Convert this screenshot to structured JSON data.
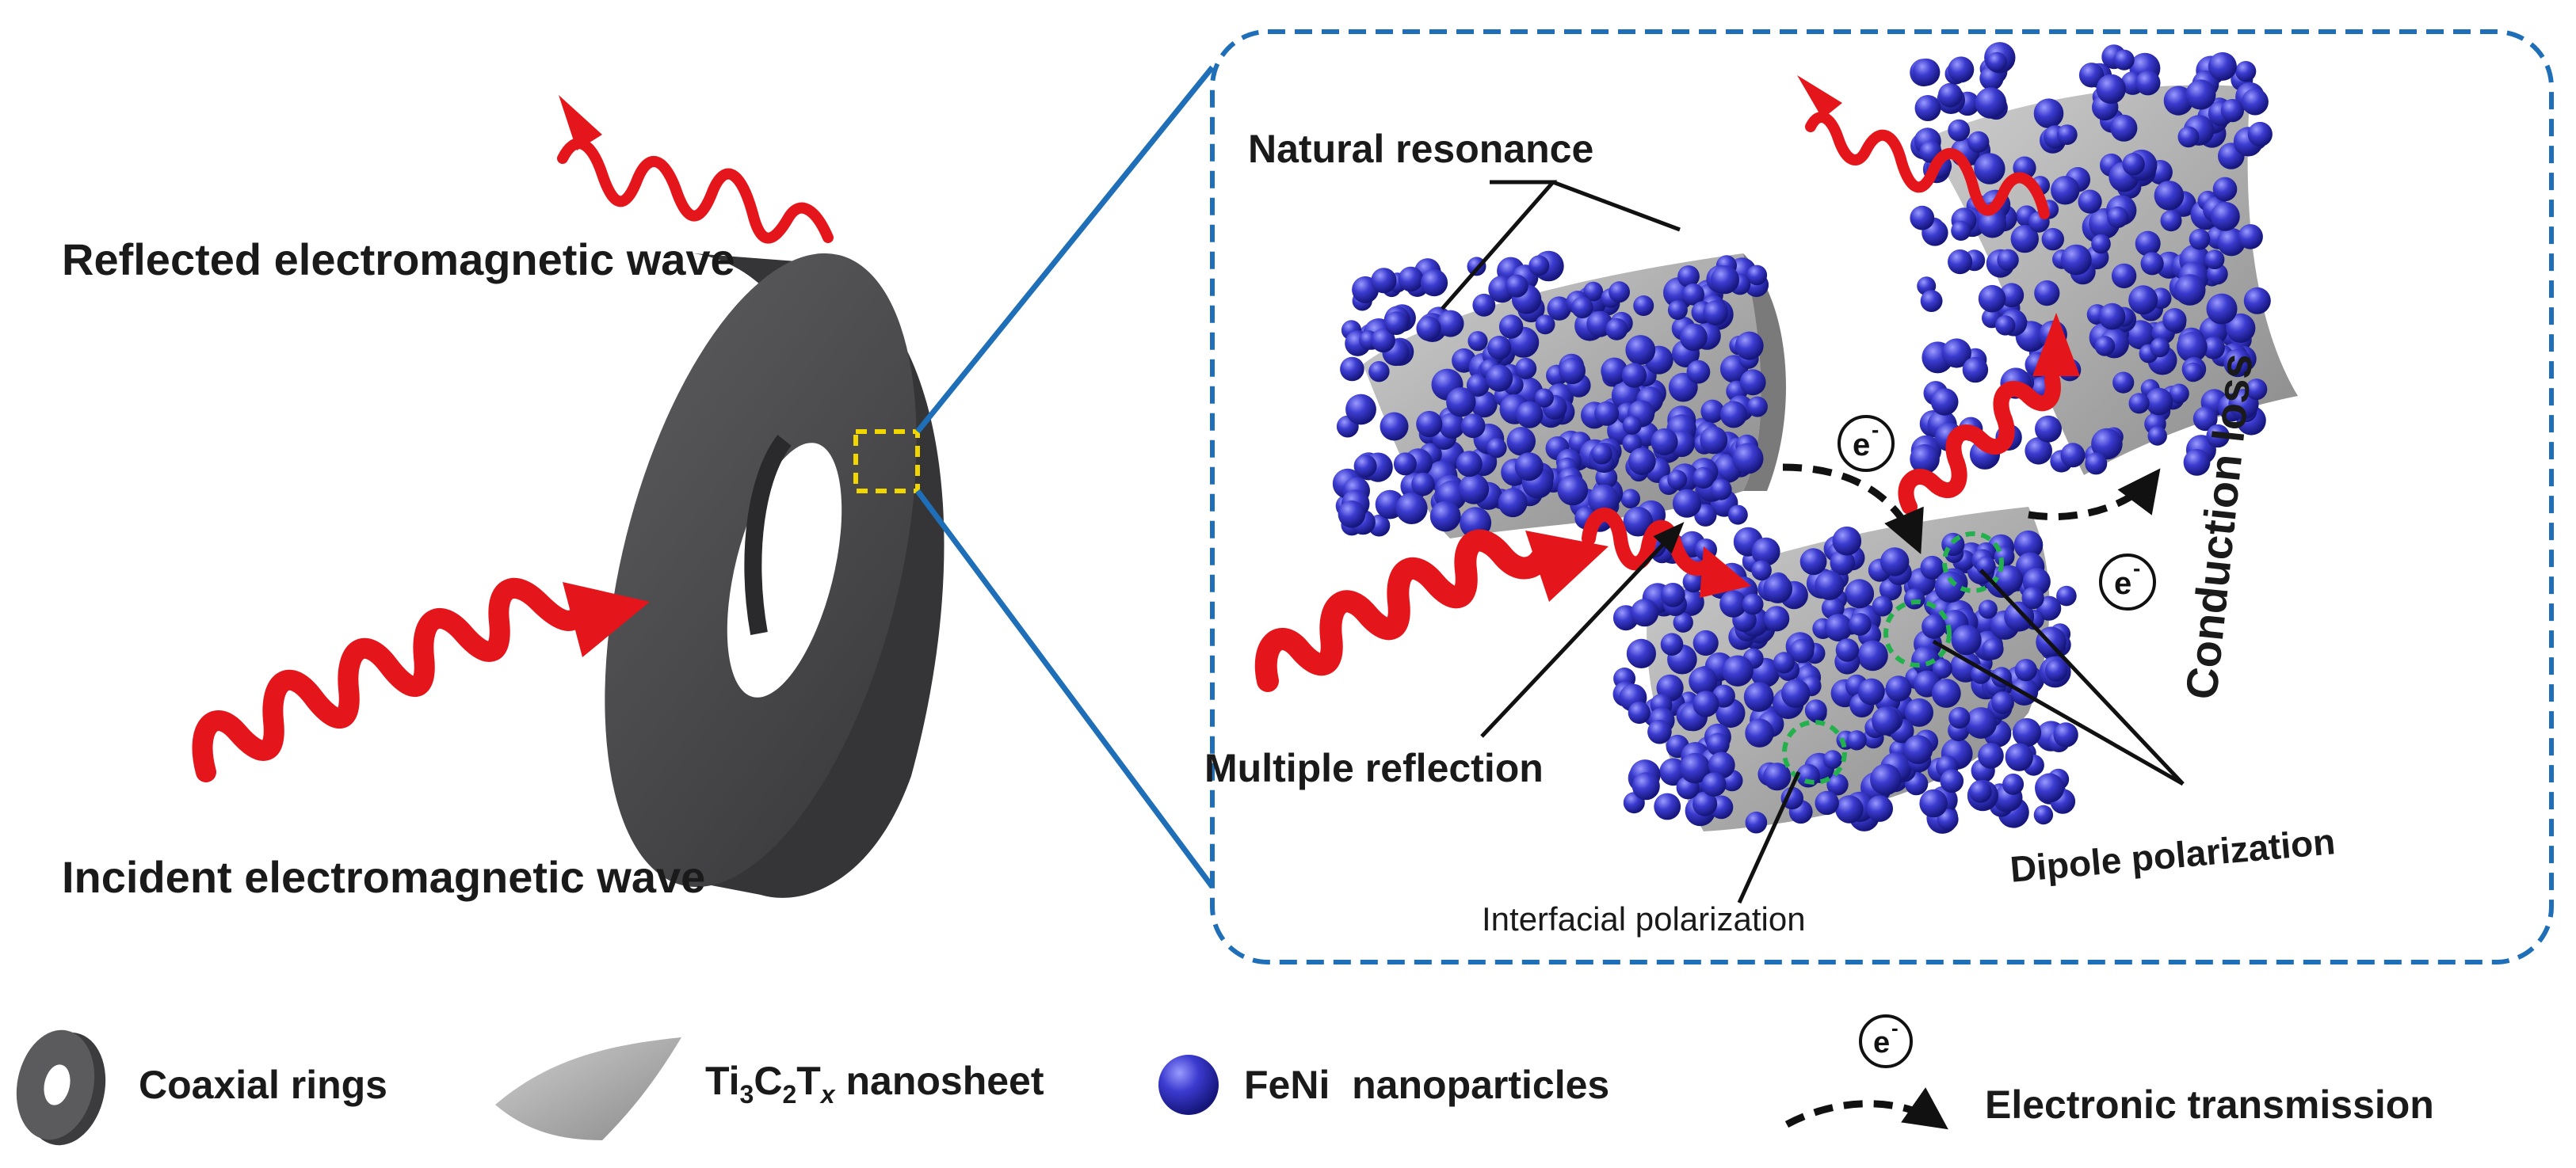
{
  "labels": {
    "reflected_wave": "Reflected electromagnetic wave",
    "incident_wave": "Incident electromagnetic wave",
    "natural_resonance": "Natural resonance",
    "multiple_reflection": "Multiple reflection",
    "interfacial_polarization": "Interfacial polarization",
    "dipole_polarization": "Dipole polarization",
    "conduction_loss": "Conduction loss",
    "electron": "e"
  },
  "legend": {
    "rings": "Coaxial rings",
    "nanosheet_prefix": "Ti",
    "nanosheet_sub1": "3",
    "nanosheet_mid": "C",
    "nanosheet_sub2": "2",
    "nanosheet_t": "T",
    "nanosheet_x": "x",
    "nanosheet_suffix": " nanosheet",
    "nanoparticles": "FeNi  nanoparticles",
    "transmission": "Electronic transmission"
  },
  "colors": {
    "wave": "#e4161b",
    "ring": "#4a4a4c",
    "sheet": "#a9a9a9",
    "particle": "#3a3ac8",
    "frame": "#1f6fb8",
    "highlight_box": "#f2d600",
    "polarization_circle": "#22b14c"
  }
}
